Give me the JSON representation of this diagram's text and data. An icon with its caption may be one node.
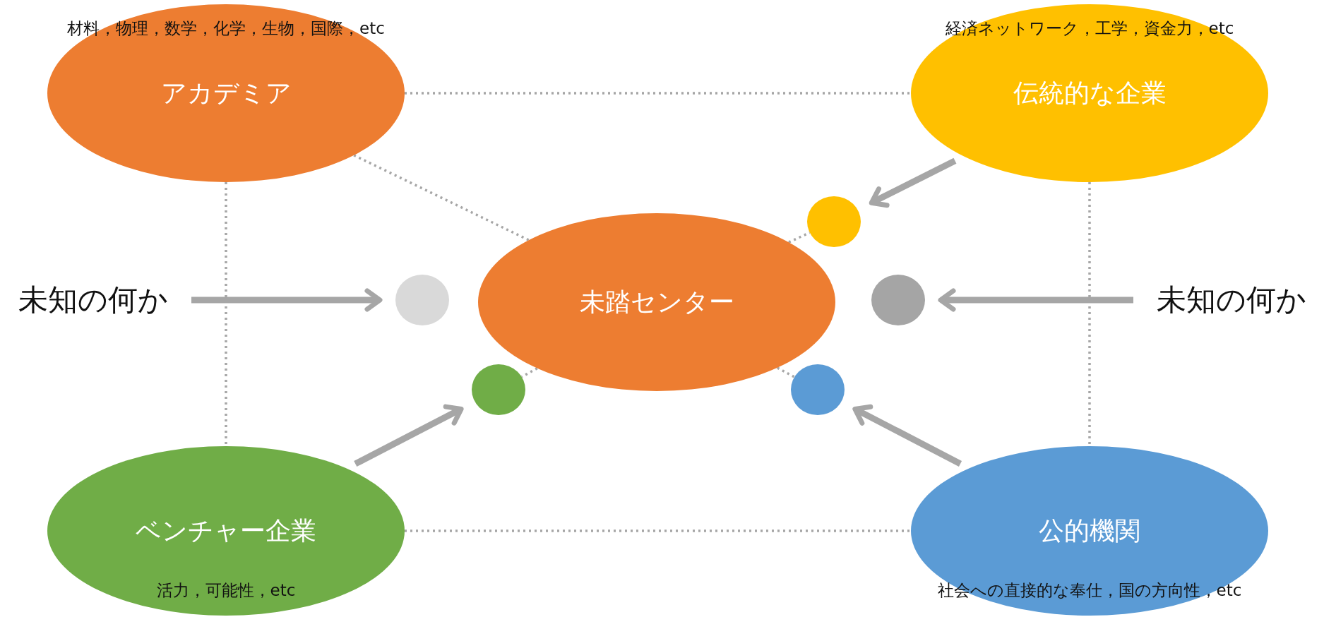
{
  "diagram": {
    "nodes": [
      {
        "text": [
          "材料，物理，数学，化学，生物，国際，etc",
          "アカデミア"
        ]
      },
      {
        "text": [
          "経済ネットワーク，工学，資金力，etc",
          "伝統的な企業"
        ]
      },
      {
        "text": [
          "未踏センター"
        ]
      },
      {
        "text": [
          "ベンチャー企業",
          "活力，可能性，etc"
        ]
      },
      {
        "text": [
          "公的機関",
          "社会への直接的な奉仕，国の方向性，etc"
        ]
      },
      {
        "text": [
          "未知の何か"
        ]
      },
      {
        "text": [
          "未知の何か"
        ]
      },
      {
        "text": [],
        "shape": "circle"
      },
      {
        "text": [],
        "shape": "circle"
      },
      {
        "text": [],
        "shape": "circle"
      },
      {
        "text": [],
        "shape": "circle"
      },
      {
        "text": [],
        "shape": "circle"
      }
    ],
    "edges": [
      {
        "from": 0,
        "to": 1,
        "arrow": "none",
        "style": "dashed"
      },
      {
        "from": 0,
        "to": 3,
        "arrow": "none",
        "style": "dashed"
      },
      {
        "from": 1,
        "to": 4,
        "arrow": "none",
        "style": "dashed"
      },
      {
        "from": 3,
        "to": 4,
        "arrow": "none",
        "style": "dashed"
      },
      {
        "from": 0,
        "to": 2,
        "arrow": "none",
        "style": "dashed"
      },
      {
        "from": 2,
        "to": 9,
        "arrow": "none",
        "style": "dashed"
      },
      {
        "from": 2,
        "to": 10,
        "arrow": "none",
        "style": "dashed"
      },
      {
        "from": 2,
        "to": 11,
        "arrow": "none",
        "style": "dashed"
      },
      {
        "from": 5,
        "to": 7,
        "arrow": "to",
        "style": "thick"
      },
      {
        "from": 6,
        "to": 8,
        "arrow": "to",
        "style": "thick"
      },
      {
        "from": 1,
        "to": 9,
        "arrow": "to",
        "style": "thick"
      },
      {
        "from": 3,
        "to": 10,
        "arrow": "to",
        "style": "thick"
      },
      {
        "from": 4,
        "to": 11,
        "arrow": "to",
        "style": "thick"
      }
    ]
  }
}
